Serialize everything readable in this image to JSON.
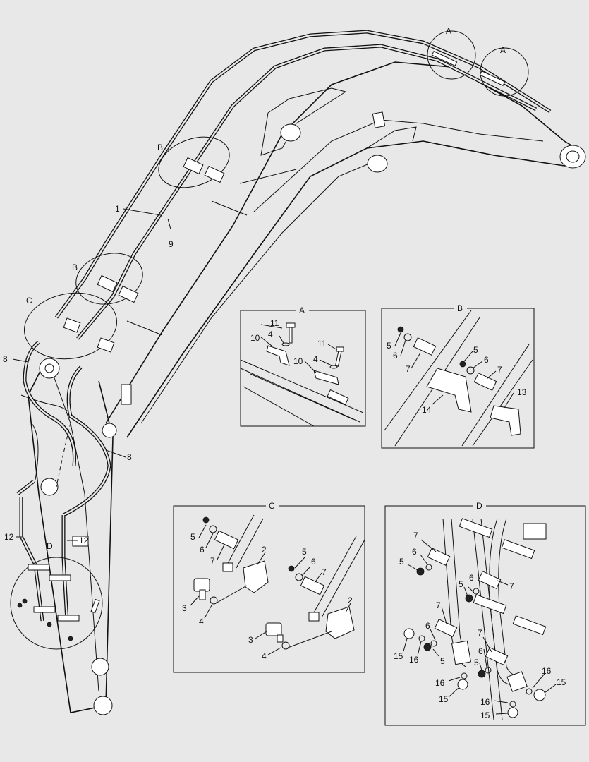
{
  "main_labels": {
    "hose_1": "1",
    "hose_9": "9",
    "hose_8_left": "8",
    "hose_8_right": "8",
    "pipe_12_left": "12",
    "pipe_12_right": "12",
    "callout_A1": "A",
    "callout_A2": "A",
    "callout_B1": "B",
    "callout_B2": "B",
    "callout_C": "C",
    "callout_D": "D"
  },
  "detail_A": {
    "title": "A",
    "labels": {
      "p11a": "11",
      "p4a": "4",
      "p10a": "10",
      "p11b": "11",
      "p4b": "4",
      "p10b": "10"
    }
  },
  "detail_B": {
    "title": "B",
    "labels": {
      "p5a": "5",
      "p6a": "6",
      "p7a": "7",
      "p5b": "5",
      "p6b": "6",
      "p7b": "7",
      "p14": "14",
      "p13": "13"
    }
  },
  "detail_C": {
    "title": "C",
    "labels": {
      "p5a": "5",
      "p6a": "6",
      "p7a": "7",
      "p2a": "2",
      "p3a": "3",
      "p4a": "4",
      "p5b": "5",
      "p6b": "6",
      "p7b": "7",
      "p2b": "2",
      "p3b": "3",
      "p4b": "4"
    }
  },
  "detail_D": {
    "title": "D",
    "labels": {
      "p7a": "7",
      "p6a": "6",
      "p5a": "5",
      "p6b": "6",
      "p5b": "5",
      "p7b": "7",
      "p7c": "7",
      "p6c": "6",
      "p15a": "15",
      "p16a": "16",
      "p5c": "5",
      "p7d": "7",
      "p6d": "6",
      "p5d": "5",
      "p16b": "16",
      "p15b": "15",
      "p16c": "16",
      "p15c": "15",
      "p16d": "16",
      "p15d": "15"
    }
  }
}
